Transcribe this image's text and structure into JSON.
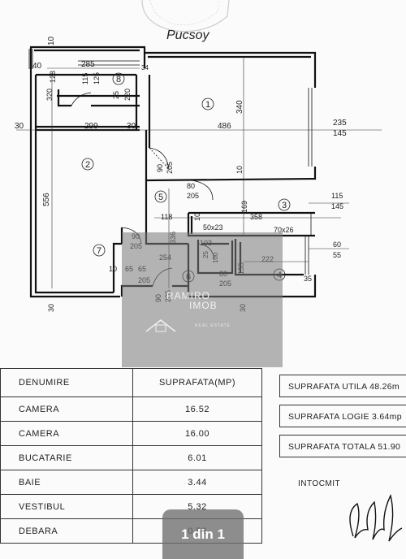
{
  "plan": {
    "dims": [
      "10",
      "285",
      "40",
      "34",
      "128",
      "115",
      "125",
      "320",
      "25",
      "220",
      "30",
      "299",
      "30",
      "486",
      "340",
      "235",
      "145",
      "556",
      "90",
      "205",
      "80",
      "205",
      "10",
      "118",
      "10",
      "358",
      "115",
      "145",
      "336",
      "50x23",
      "70x26",
      "169",
      "103",
      "25",
      "100",
      "60",
      "55",
      "90",
      "205",
      "65",
      "65",
      "205",
      "80",
      "205",
      "254",
      "155",
      "222",
      "35",
      "10",
      "30",
      "90",
      "205",
      "30"
    ],
    "rooms": [
      "1",
      "2",
      "3",
      "4",
      "5",
      "6",
      "7",
      "8"
    ],
    "stamp_text": "Pucsoy"
  },
  "watermark": {
    "brand": "RAMIRO",
    "brand2": "IMOB",
    "sub": "REAL ESTATE"
  },
  "table": {
    "header": {
      "name": "DENUMIRE",
      "area": "SUPRAFATA(MP)"
    },
    "rows": [
      {
        "name": "CAMERA",
        "area": "16.52"
      },
      {
        "name": "CAMERA",
        "area": "16.00"
      },
      {
        "name": "BUCATARIE",
        "area": "6.01"
      },
      {
        "name": "BAIE",
        "area": "3.44"
      },
      {
        "name": "VESTIBUL",
        "area": "5.32"
      },
      {
        "name": "DEBARA",
        "area": "0.52"
      }
    ]
  },
  "summary": {
    "utila": "SUPRAFATA UTILA  48.26m",
    "logie": "SUPRAFATA LOGIE  3.64mp",
    "totala": "SUPRAFATA TOTALA  51.90"
  },
  "intocmit": "INTOCMIT",
  "page_indicator": "1 din 1"
}
